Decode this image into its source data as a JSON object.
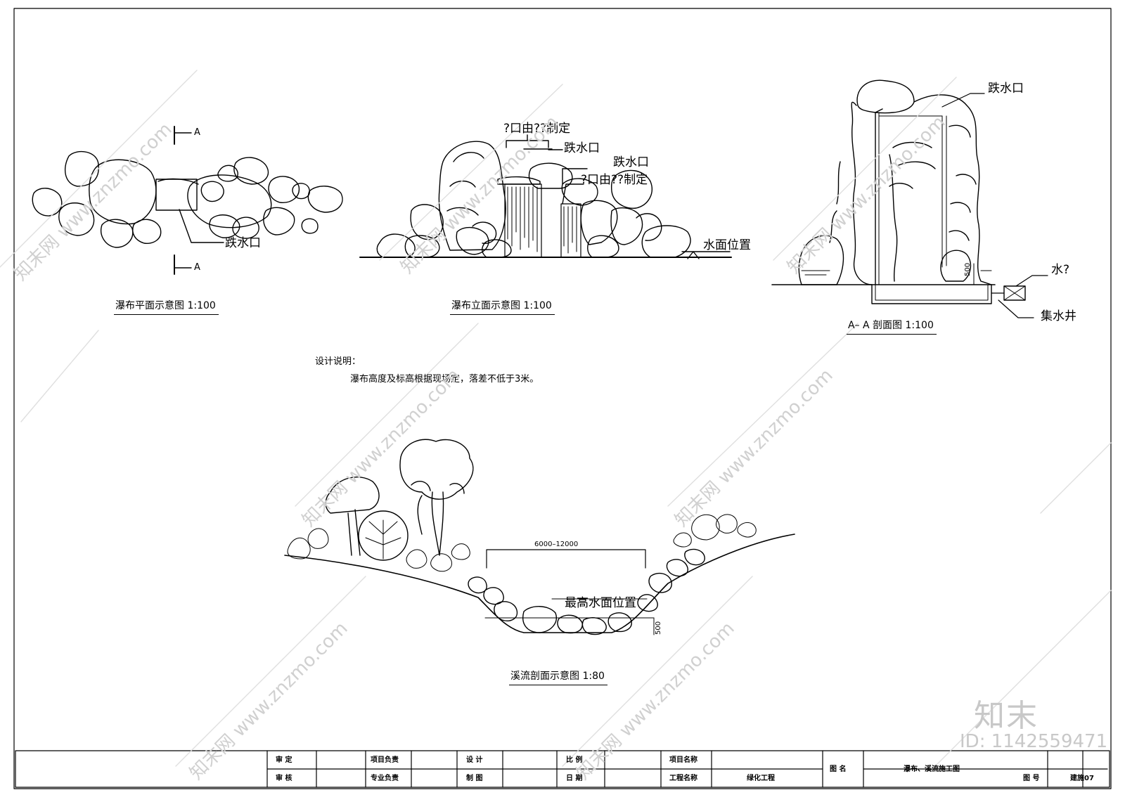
{
  "plan_view": {
    "section_mark_top": "A",
    "section_mark_bottom": "A",
    "outlet_label": "跌水口",
    "caption": "瀑布平面示意图   1:100"
  },
  "elevation_view": {
    "spec_label_1": "?口由??制定",
    "outlet_label_1": "跌水口",
    "outlet_label_2": "跌水口",
    "spec_label_2": "?口由??制定",
    "water_level_label": "水面位置",
    "caption": "瀑布立面示意图   1:100"
  },
  "section_view": {
    "outlet_label": "跌水口",
    "pump_label": "水?",
    "well_label": "集水井",
    "dim_500": "500",
    "caption": "A– A 剖面图   1:100"
  },
  "notes": {
    "heading": "设计说明：",
    "body": "瀑布高度及标高根据现场定，落差不低于3米。"
  },
  "stream_section": {
    "width_dim": "6000–12000",
    "max_water_label": "最高水面位置",
    "depth_dim": "500",
    "caption": "溪流剖面示意图   1:80"
  },
  "title_block": {
    "approve": "审        定",
    "review": "审        核",
    "project_lead": "项目负责",
    "discipline_lead": "专业负责",
    "design": "设        计",
    "draw": "制        图",
    "scale": "比        例",
    "date": "日        期",
    "project_name_label": "项目名称",
    "engineering_name_label": "工程名称",
    "engineering_name_value": "绿化工程",
    "drawing_name_label": "图        名",
    "drawing_name_value": "瀑布、溪流施工图",
    "drawing_no_label": "图        号",
    "drawing_no_value": "建施07"
  },
  "watermarks": {
    "brand": "知末",
    "id": "ID: 1142559471",
    "site": "知末网 www.znzmo.com"
  }
}
